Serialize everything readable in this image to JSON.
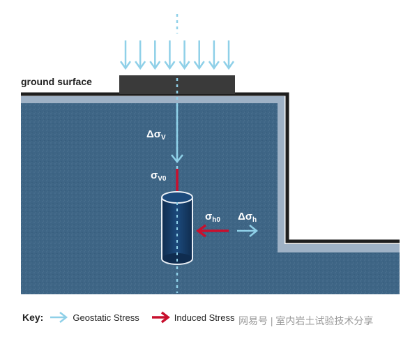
{
  "diagram": {
    "ground_label": "ground surface",
    "labels": {
      "delta_sigma_v": {
        "main": "Δσ",
        "sub": "V"
      },
      "sigma_v0": {
        "main": "σ",
        "sub": "V0"
      },
      "sigma_h0": {
        "main": "σ",
        "sub": "h0"
      },
      "delta_sigma_h": {
        "main": "Δσ",
        "sub": "h"
      }
    },
    "load_arrow_count": 8
  },
  "legend": {
    "key": "Key:",
    "geostatic": "Geostatic Stress",
    "induced": "Induced Stress"
  },
  "watermark": "网易号 | 室内岩土试验技术分享",
  "colors": {
    "soil": "#3e6585",
    "soil_edge": "#9fb2c6",
    "surface_line": "#1e1e1e",
    "footing": "#3a3a3a",
    "geostatic_arrow": "#8fd0e8",
    "induced_arrow": "#c8102e",
    "sample_body": "#14365e"
  }
}
